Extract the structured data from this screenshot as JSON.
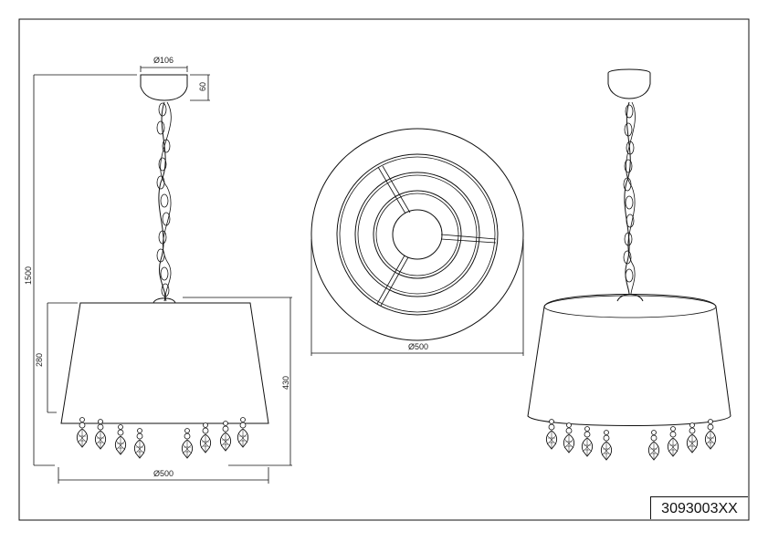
{
  "dimensions": {
    "canopy_diameter": "Ø106",
    "canopy_height": "60",
    "total_height": "1500",
    "shade_height": "280",
    "shade_with_crystals_height": "430",
    "shade_diameter_side": "Ø500",
    "shade_diameter_top": "Ø500"
  },
  "article_number": "3093003XX"
}
